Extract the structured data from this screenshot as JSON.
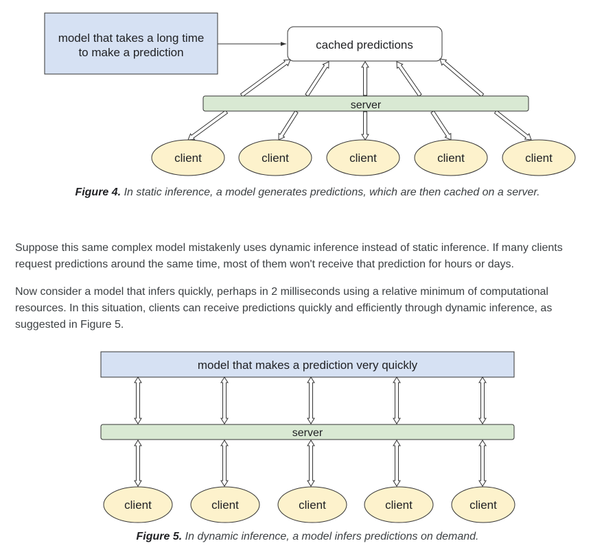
{
  "figure4": {
    "model_line1": "model that takes a long time",
    "model_line2": "to make a prediction",
    "cache_label": "cached predictions",
    "server_label": "server",
    "clients": [
      "client",
      "client",
      "client",
      "client",
      "client"
    ],
    "caption_label": "Figure 4.",
    "caption_text": "In static inference, a model generates predictions, which are then cached on a server."
  },
  "paragraphs": [
    "Suppose this same complex model mistakenly uses dynamic inference instead of static inference. If many clients request predictions around the same time, most of them won't receive that prediction for hours or days.",
    "Now consider a model that infers quickly, perhaps in 2 milliseconds using a relative minimum of computational resources. In this situation, clients can receive predictions quickly and efficiently through dynamic inference, as suggested in Figure 5."
  ],
  "figure5": {
    "model_label": "model that makes a prediction very quickly",
    "server_label": "server",
    "clients": [
      "client",
      "client",
      "client",
      "client",
      "client"
    ],
    "caption_label": "Figure 5.",
    "caption_text": "In dynamic inference, a model infers predictions on demand."
  },
  "colors": {
    "model_fill": "#d6e1f3",
    "server_fill": "#d9e9d3",
    "client_fill": "#fdf2cc",
    "stroke": "#333333"
  }
}
